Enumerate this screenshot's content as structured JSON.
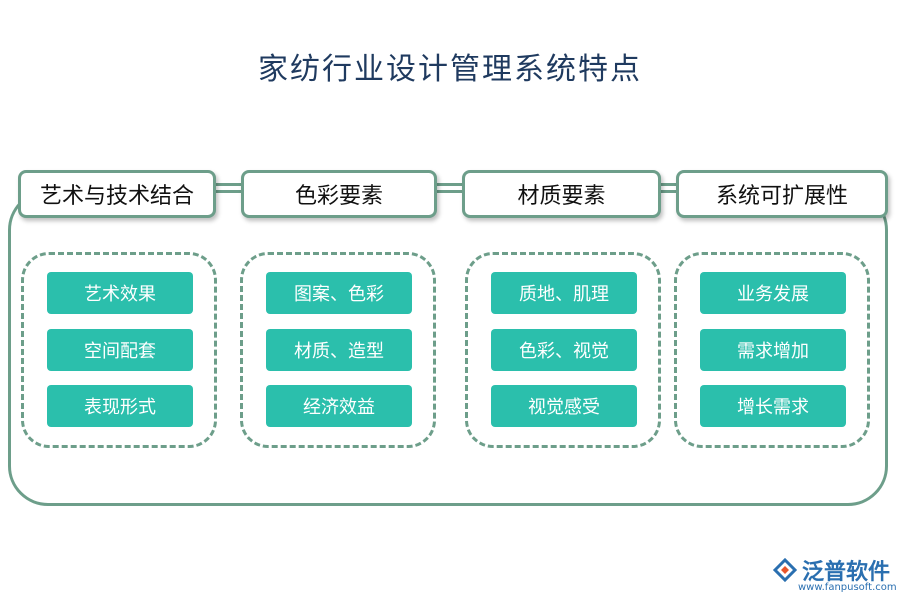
{
  "title": "家纺行业设计管理系统特点",
  "columns": [
    {
      "header": "艺术与技术结合",
      "items": [
        "艺术效果",
        "空间配套",
        "表现形式"
      ]
    },
    {
      "header": "色彩要素",
      "items": [
        "图案、色彩",
        "材质、造型",
        "经济效益"
      ]
    },
    {
      "header": "材质要素",
      "items": [
        "质地、肌理",
        "色彩、视觉",
        "视觉感受"
      ]
    },
    {
      "header": "系统可扩展性",
      "items": [
        "业务发展",
        "需求增加",
        "增长需求"
      ]
    }
  ],
  "logo": {
    "name": "泛普软件",
    "url": "www.fanpusoft.com",
    "icon": "fanpu-logo-icon"
  },
  "colors": {
    "border": "#6d9e8a",
    "item_fill": "#2bbfac",
    "title": "#1f3a5f"
  }
}
